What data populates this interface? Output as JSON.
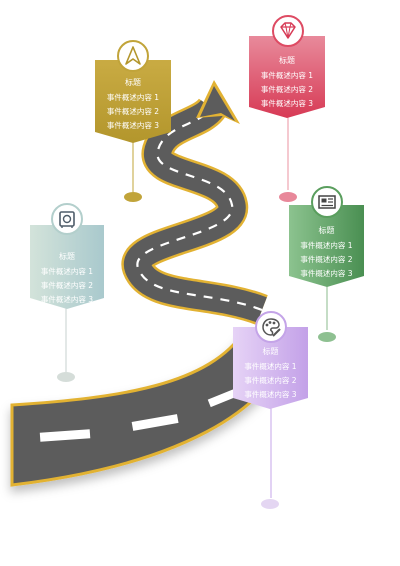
{
  "milestones": [
    {
      "id": "m1",
      "icon": "compass-arrow-icon",
      "color": "#c1a43a",
      "title": "标题",
      "lines": [
        "事件概述内容 1",
        "事件概述内容 2",
        "事件概述内容 3"
      ]
    },
    {
      "id": "m2",
      "icon": "diamond-icon",
      "color": "#de4b63",
      "title": "标题",
      "lines": [
        "事件概述内容 1",
        "事件概述内容 2",
        "事件概述内容 3"
      ]
    },
    {
      "id": "m3",
      "icon": "safe-icon",
      "color": "#b3cfcc",
      "title": "标题",
      "lines": [
        "事件概述内容 1",
        "事件概述内容 2",
        "事件概述内容 3"
      ]
    },
    {
      "id": "m4",
      "icon": "newspaper-icon",
      "color": "#5a9e5e",
      "title": "标题",
      "lines": [
        "事件概述内容 1",
        "事件概述内容 2",
        "事件概述内容 3"
      ]
    },
    {
      "id": "m5",
      "icon": "palette-icon",
      "color": "#c4a4e8",
      "title": "标题",
      "lines": [
        "事件概述内容 1",
        "事件概述内容 2",
        "事件概述内容 3"
      ]
    }
  ],
  "road": {
    "asphalt": "#5c5c5c",
    "edge": "#e2b233",
    "dash": "#ffffff"
  }
}
